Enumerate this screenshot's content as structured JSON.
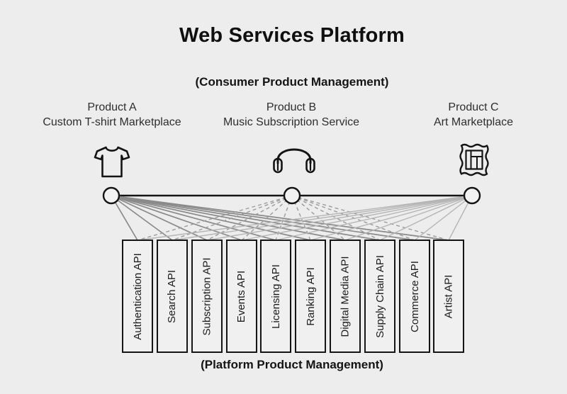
{
  "title": "Web Services Platform",
  "sections": {
    "consumer_label": "(Consumer Product Management)",
    "platform_label": "(Platform Product Management)"
  },
  "products": [
    {
      "name": "Product A",
      "subtitle": "Custom T-shirt Marketplace",
      "icon": "tshirt-icon",
      "connection_line_style": "solid-dark-gray"
    },
    {
      "name": "Product B",
      "subtitle": "Music Subscription Service",
      "icon": "headphones-icon",
      "connection_line_style": "dashed-gray"
    },
    {
      "name": "Product C",
      "subtitle": "Art Marketplace",
      "icon": "picture-frame-icon",
      "connection_line_style": "solid-light-gray"
    }
  ],
  "apis": [
    "Authentication API",
    "Search API",
    "Subscription API",
    "Events API",
    "Licensing API",
    "Ranking API",
    "Digital Media API",
    "Supply Chain API",
    "Commerce API",
    "Artist API"
  ],
  "colors": {
    "background": "#ededee",
    "box_border": "#151515",
    "text": "#1c1c1c",
    "hub_line": "#141414",
    "node_fill": "#f2f2f2",
    "line_product_a": "#8a8a8a",
    "line_product_b": "#9b9b9b",
    "line_product_c": "#b5b5b5"
  }
}
